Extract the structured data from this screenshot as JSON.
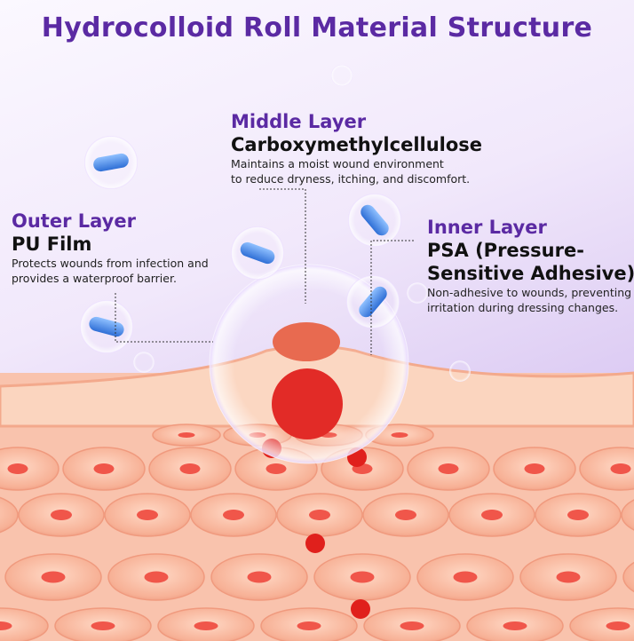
{
  "title": "Hydrocolloid Roll Material Structure",
  "layers": {
    "middle": {
      "heading": "Middle Layer",
      "material": "Carboxymethylcellulose",
      "desc_line1": "Maintains a moist wound environment",
      "desc_line2": "to reduce dryness, itching, and discomfort."
    },
    "outer": {
      "heading": "Outer Layer",
      "material": "PU Film",
      "desc_line1": "Protects wounds from infection and",
      "desc_line2": "provides a waterproof barrier."
    },
    "inner": {
      "heading": "Inner Layer",
      "material_line1": "PSA (Pressure-",
      "material_line2": "Sensitive Adhesive)",
      "desc_line1": "Non-adhesive to wounds, preventing",
      "desc_line2": "irritation during dressing changes."
    }
  },
  "colors": {
    "accent": "#5b2aa3",
    "skin": "#f7b89c",
    "wound": "#e0201c",
    "capsule": "#4a8ee8"
  }
}
